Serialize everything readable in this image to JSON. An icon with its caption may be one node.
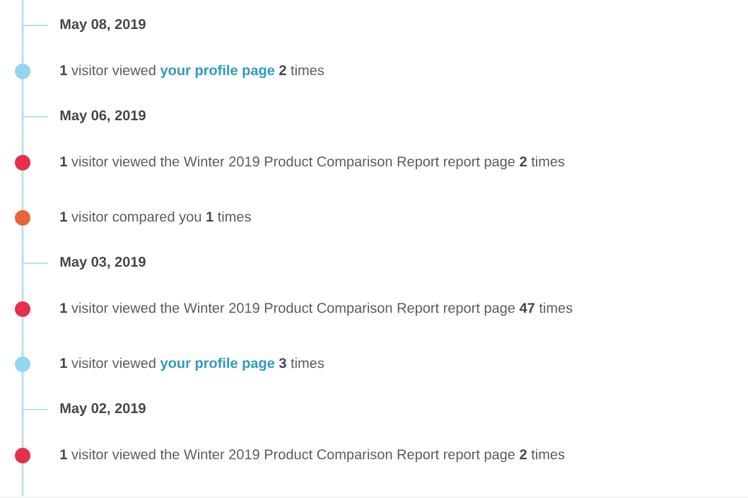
{
  "diagram": {
    "nodes": [
      {
        "text": [],
        "shape": "circle",
        "beside": [
          "**1** visitor viewed **your profile page** **2** times"
        ]
      },
      {
        "text": [],
        "shape": "circle",
        "beside": [
          "**1** visitor viewed the Winter 2019 Product Comparison Report report page **2** times"
        ]
      },
      {
        "text": [],
        "shape": "circle",
        "beside": [
          "**1** visitor compared you **1** times"
        ]
      },
      {
        "text": [],
        "shape": "circle",
        "beside": [
          "**1** visitor viewed the Winter 2019 Product Comparison Report report page **47** times"
        ]
      },
      {
        "text": [],
        "shape": "circle",
        "beside": [
          "**1** visitor viewed **your profile page** **3** times"
        ]
      },
      {
        "text": [],
        "shape": "circle",
        "beside": [
          "**1** visitor viewed the Winter 2019 Product Comparison Report report page **2** times"
        ]
      }
    ],
    "labels": [
      "May 08, 2019",
      "May 06, 2019",
      "May 03, 2019",
      "May 02, 2019"
    ]
  }
}
